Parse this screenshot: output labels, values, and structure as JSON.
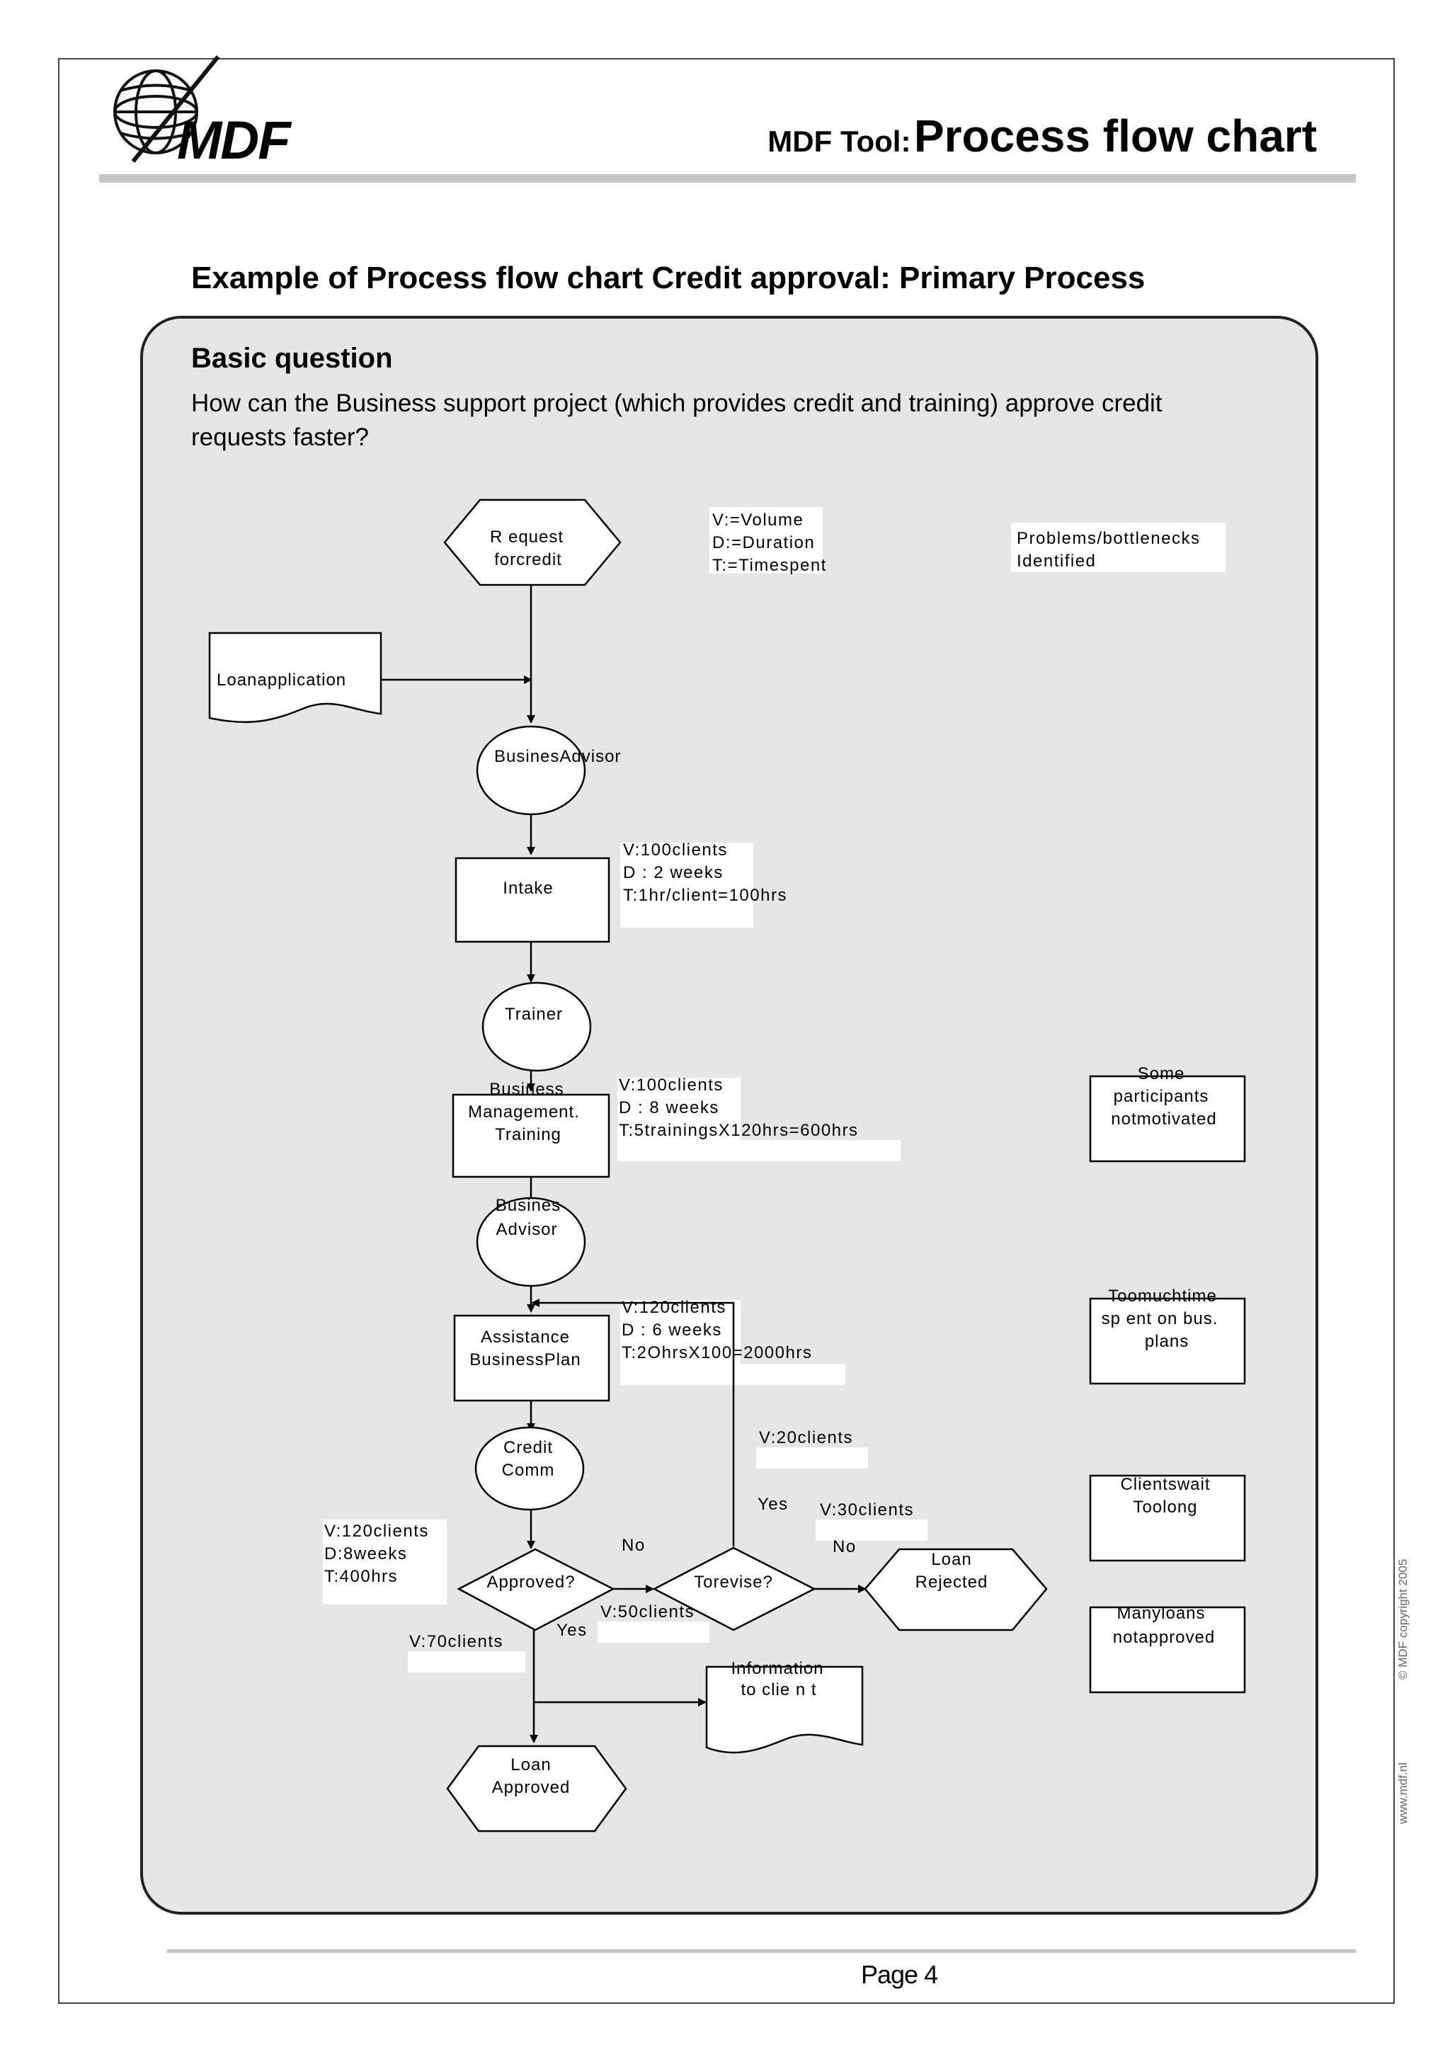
{
  "header": {
    "logo_text": "MDF",
    "title_small": "MDF Tool:",
    "title_big": "Process flow chart"
  },
  "page_title": "Example of Process flow chart Credit approval: Primary Process",
  "basic_question": {
    "heading": "Basic question",
    "text": "How can the Business support project (which provides credit and training) approve credit requests faster?"
  },
  "flowchart": {
    "legend": [
      "V:=Volume",
      "D:=Duration",
      "T:=Timespent"
    ],
    "problems_header": [
      "Problems/bottlenecks",
      "Identified"
    ],
    "nodes": {
      "request": [
        "R equest",
        "forcredit"
      ],
      "loan_application": "Loanapplication",
      "business_advisor": "BusinesAdvisor",
      "intake": "Intake",
      "trainer": "Trainer",
      "bm_training": [
        "Business",
        "Management.",
        "Training"
      ],
      "advisor2": [
        "Busines",
        "Advisor"
      ],
      "assistance": [
        "Assistance",
        "BusinessPlan"
      ],
      "credit_comm": [
        "Credit",
        "Comm"
      ],
      "approved": "Approved?",
      "to_revise": "Torevise?",
      "loan_rejected": [
        "Loan",
        "Rejected"
      ],
      "information": [
        "Information",
        "to clie n t"
      ],
      "loan_approved": [
        "Loan",
        "Approved"
      ]
    },
    "metrics": {
      "intake": [
        "V:100clients",
        "D : 2 weeks",
        "T:1hr/client=100hrs"
      ],
      "training": [
        "V:100clients",
        "D : 8 weeks",
        "T:5trainingsX120hrs=600hrs"
      ],
      "assistance": [
        "V:120clients",
        "D : 6 weeks",
        "T:2OhrsX100=2000hrs"
      ],
      "credit": [
        "V:120clients",
        "D:8weeks",
        "T:400hrs"
      ],
      "v20": "V:20clients",
      "v30": "V:30clients",
      "v50": "V:50clients",
      "v70": "V:70clients"
    },
    "edge_labels": {
      "no1": "No",
      "no2": "No",
      "yes1": "Yes",
      "yes2": "Yes"
    },
    "problems": [
      [
        "Some",
        "participants",
        "notmotivated"
      ],
      [
        "Toomuchtime",
        "sp ent on bus.",
        "plans"
      ],
      [
        "Clientswait",
        "Toolong"
      ],
      [
        "Manyloans",
        "notapproved"
      ]
    ]
  },
  "footer": {
    "page": "Page 4",
    "side_copyright": "© MDF copyright 2005",
    "side_url": "www.mdf.nl"
  }
}
